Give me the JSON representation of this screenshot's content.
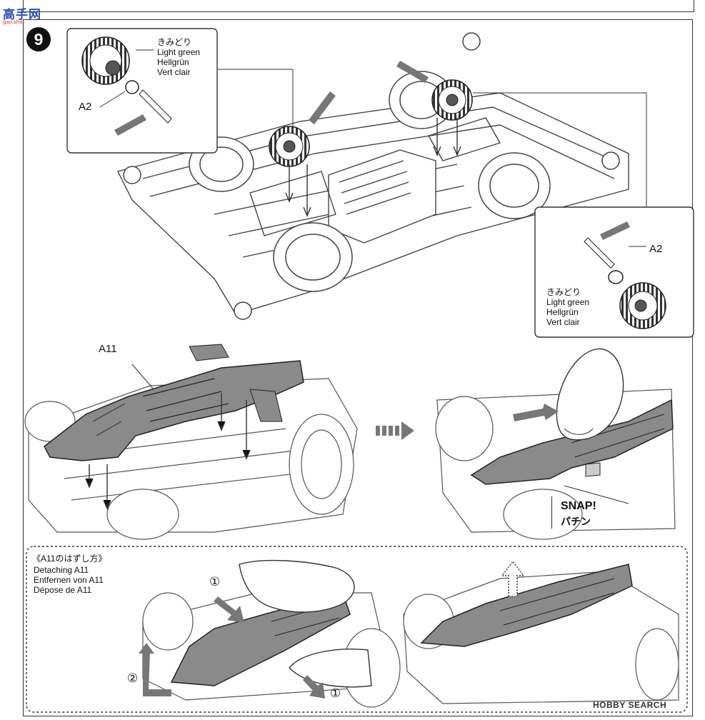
{
  "step": {
    "number": "9"
  },
  "gear_callout_left": {
    "colors": [
      "きみどり",
      "Light green",
      "Hellgrün",
      "Vert clair"
    ],
    "part": "A2"
  },
  "gear_callout_right": {
    "colors": [
      "きみどり",
      "Light green",
      "Hellgrün",
      "Vert clair"
    ],
    "part": "A2"
  },
  "cover": {
    "part_label": "A11",
    "snap_label": "SNAP!",
    "snap_label_ja": "パチン"
  },
  "detaching": {
    "title_ja": "《A11のはずし方》",
    "lines": [
      "Detaching A11",
      "Entfernen von A11",
      "Dépose de A11"
    ],
    "step_marker_1": "①",
    "step_marker_2": "②"
  },
  "watermark_top": {
    "text": "高手网",
    "subtext": "gao.shou.com"
  },
  "watermark_bottom": {
    "text": "HOBBY SEARCH"
  },
  "colors": {
    "line": "#333333",
    "gear_fill": "#555555",
    "cover_fill": "#8a8a8a",
    "arrow_fill": "#777777"
  }
}
